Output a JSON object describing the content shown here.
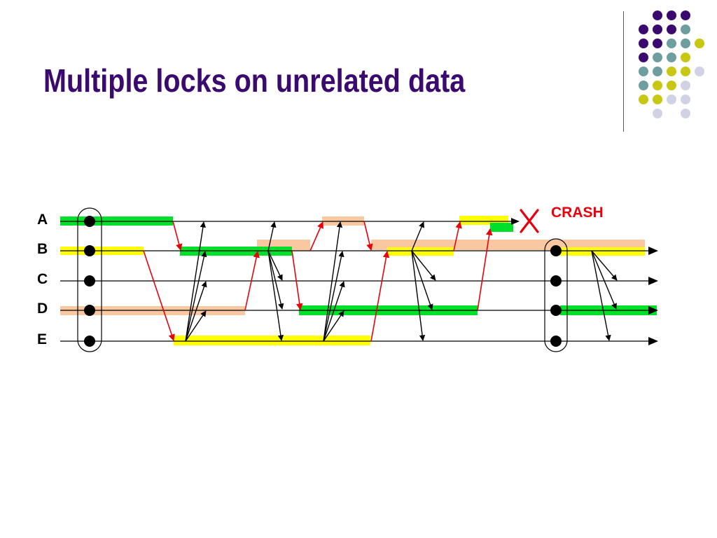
{
  "slide": {
    "title": "Multiple locks on unrelated data"
  },
  "diagram": {
    "process_labels": [
      "A",
      "B",
      "C",
      "D",
      "E"
    ],
    "crash_label": "CRASH"
  },
  "colors": {
    "title": "#3a0a6e",
    "green_lock": "#00e02a",
    "yellow_lock": "#ffff00",
    "peach_lock": "#f9c8a0",
    "message_red": "#e8000b",
    "message_black": "#000000",
    "dot_purple": "#3a0a6e",
    "dot_teal": "#6e9e9e",
    "dot_olive": "#c8c814",
    "dot_lavender": "#d2d2e6"
  },
  "icons": {
    "crash": "x-mark-icon"
  }
}
